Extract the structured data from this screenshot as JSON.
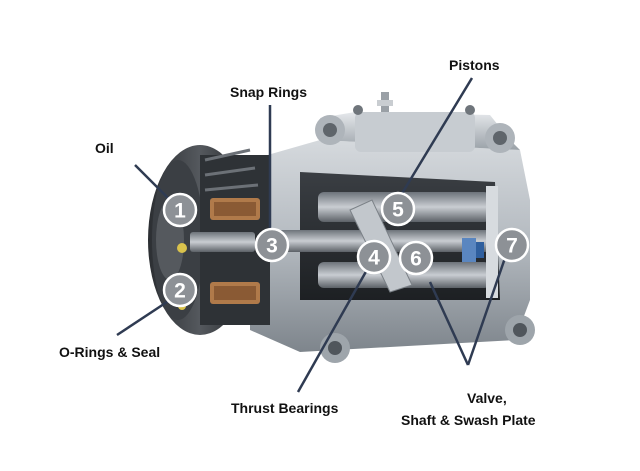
{
  "labels": {
    "oil": "Oil",
    "snap_rings": "Snap Rings",
    "pistons": "Pistons",
    "o_rings_seal": "O-Rings & Seal",
    "thrust_bearings": "Thrust Bearings",
    "valve_line1": "Valve,",
    "valve_line2": "Shaft & Swash Plate"
  },
  "markers": [
    "1",
    "2",
    "3",
    "4",
    "5",
    "6",
    "7"
  ],
  "colors": {
    "marker_fill": "#8d9196",
    "marker_border": "#ffffff",
    "leader_line": "#2f3b52",
    "body_metal": "#b8bec4",
    "housing_dark": "#4a4f55",
    "label_text": "#111111"
  }
}
